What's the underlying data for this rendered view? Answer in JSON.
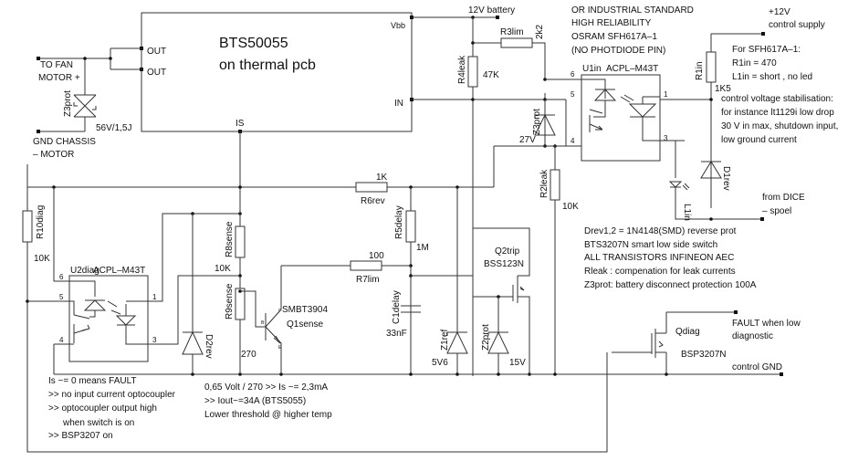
{
  "title": "BTS50055 fan motor high-side switch with current-sense fault diagnostic",
  "main_chip": {
    "name": "BTS50055",
    "subtitle": "on thermal pcb",
    "pins": {
      "out1": "OUT",
      "out2": "OUT",
      "vbb": "Vbb",
      "in": "IN",
      "is": "IS"
    }
  },
  "motor": {
    "plus_label_1": "TO FAN",
    "plus_label_2": "MOTOR +",
    "gnd_label_1": "GND CHASSIS",
    "gnd_label_2": "– MOTOR",
    "z3_label": "Z3prot",
    "z3_value": "56V/1,5J"
  },
  "battery": {
    "label": "12V battery"
  },
  "notes_top": [
    "OR INDUSTRIAL STANDARD",
    "HIGH RELIABILITY",
    "OSRAM SFH617A–1",
    "(NO PHOTDIODE PIN)"
  ],
  "control_supply": {
    "line1": "+12V",
    "line2": "control supply"
  },
  "sfh_notes": [
    "For SFH617A–1:",
    "R1in = 470",
    "L1in =  short , no led"
  ],
  "stab_notes": [
    "control voltage stabilisation:",
    "for instance lt1129i low drop",
    "30 V in max, shutdown input,",
    "low ground current"
  ],
  "dice": {
    "line1": "from DICE",
    "line2": "– spoel"
  },
  "general_notes": [
    "Drev1,2 = 1N4148(SMD) reverse prot",
    "BTS3207N smart low side switch",
    "ALL TRANSISTORS INFINEON AEC",
    "Rleak : compenation for leak currents",
    "Z3prot: battery disconnect protection 100A"
  ],
  "fault": {
    "line1": "FAULT when low",
    "line2": "diagnostic",
    "gnd": "control GND"
  },
  "fault_notes": [
    "Is ~= 0 means FAULT",
    ">> no input current optocoupler",
    ">> optocoupler output high",
    "when switch is on",
    ">> BSP3207 on"
  ],
  "calc_notes": [
    "0,65 Volt / 270 >> Is ~= 2,3mA",
    ">> Iout~=34A (BTS5055)",
    "Lower threshold @ higher temp"
  ],
  "components": {
    "r3": {
      "name": "R3lim",
      "value": "2k2"
    },
    "r4": {
      "name": "R4leak",
      "value": "47K"
    },
    "z3b": {
      "name": "Z3prot",
      "value": "27V"
    },
    "u1": {
      "name": "U1in",
      "part": "ACPL–M43T",
      "pins": [
        "6",
        "5",
        "4",
        "1",
        "3"
      ]
    },
    "r1": {
      "name": "R1in",
      "value": "1K5"
    },
    "d1": {
      "name": "D1rev"
    },
    "l1": {
      "name": "L1in"
    },
    "r2": {
      "name": "R2leak",
      "value": "10K"
    },
    "r6": {
      "name": "R6rev",
      "value": "1K"
    },
    "r5": {
      "name": "R5delay",
      "value": "1M"
    },
    "r7": {
      "name": "R7lim",
      "value": "100"
    },
    "c1": {
      "name": "C1delay",
      "value": "33nF"
    },
    "z1": {
      "name": "Z1ref",
      "value": "5V6"
    },
    "z2": {
      "name": "Z2prot",
      "value": "15V"
    },
    "q2": {
      "name": "Q2trip",
      "part": "BSS123N"
    },
    "qdiag": {
      "name": "Qdiag",
      "part": "BSP3207N"
    },
    "r10": {
      "name": "R10diag",
      "value": "10K"
    },
    "u2": {
      "name": "U2diag",
      "part": "ACPL–M43T",
      "pins": [
        "6",
        "5",
        "4",
        "1",
        "3"
      ]
    },
    "r8": {
      "name": "R8sense",
      "value": "10K"
    },
    "r9": {
      "name": "R9sense",
      "value": "270"
    },
    "d2": {
      "name": "D2rev"
    },
    "q1": {
      "name": "Q1sense",
      "part": "SMBT3904",
      "pins": {
        "c": "c",
        "b": "B",
        "e": "E"
      }
    }
  }
}
